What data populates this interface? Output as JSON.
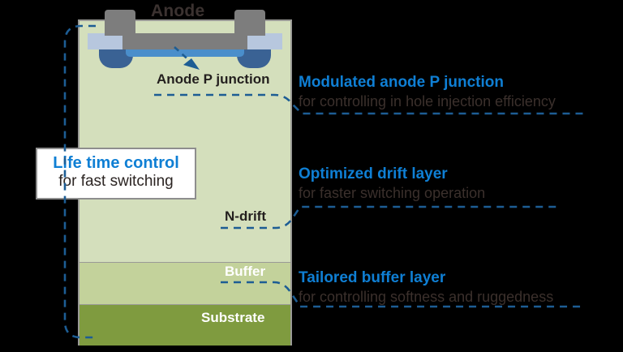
{
  "diagram": {
    "title": "Anode",
    "device_layers": [
      {
        "name": "drift",
        "label": "N-drift",
        "color": "#d4dfbc"
      },
      {
        "name": "buffer",
        "label": "Buffer",
        "color": "#c3d29b"
      },
      {
        "name": "substrate",
        "label": "Substrate",
        "color": "#7f9b3f"
      }
    ],
    "anode": {
      "title": "Anode",
      "junction_label": "Anode P junction",
      "metal_color": "#7d7d7d",
      "electrode_color": "#4a8ecb",
      "pwell_color": "#3a6294",
      "oxide_color": "#b7c7de"
    },
    "callout": {
      "title": "Life time control",
      "subtitle": "for fast switching",
      "title_color": "#0f7fd4"
    },
    "annotations": [
      {
        "id": "anode-p-junction",
        "head": "Modulated anode P junction",
        "sub": "for controlling in hole injection efficiency"
      },
      {
        "id": "drift-layer",
        "head": "Optimized drift layer",
        "sub": "for faster switching operation"
      },
      {
        "id": "buffer-layer",
        "head": "Tailored buffer layer",
        "sub": "for controlling softness and ruggedness"
      }
    ],
    "accent_color": "#0f7fd4",
    "dash_color": "#1d5d94",
    "background": "#000000"
  }
}
